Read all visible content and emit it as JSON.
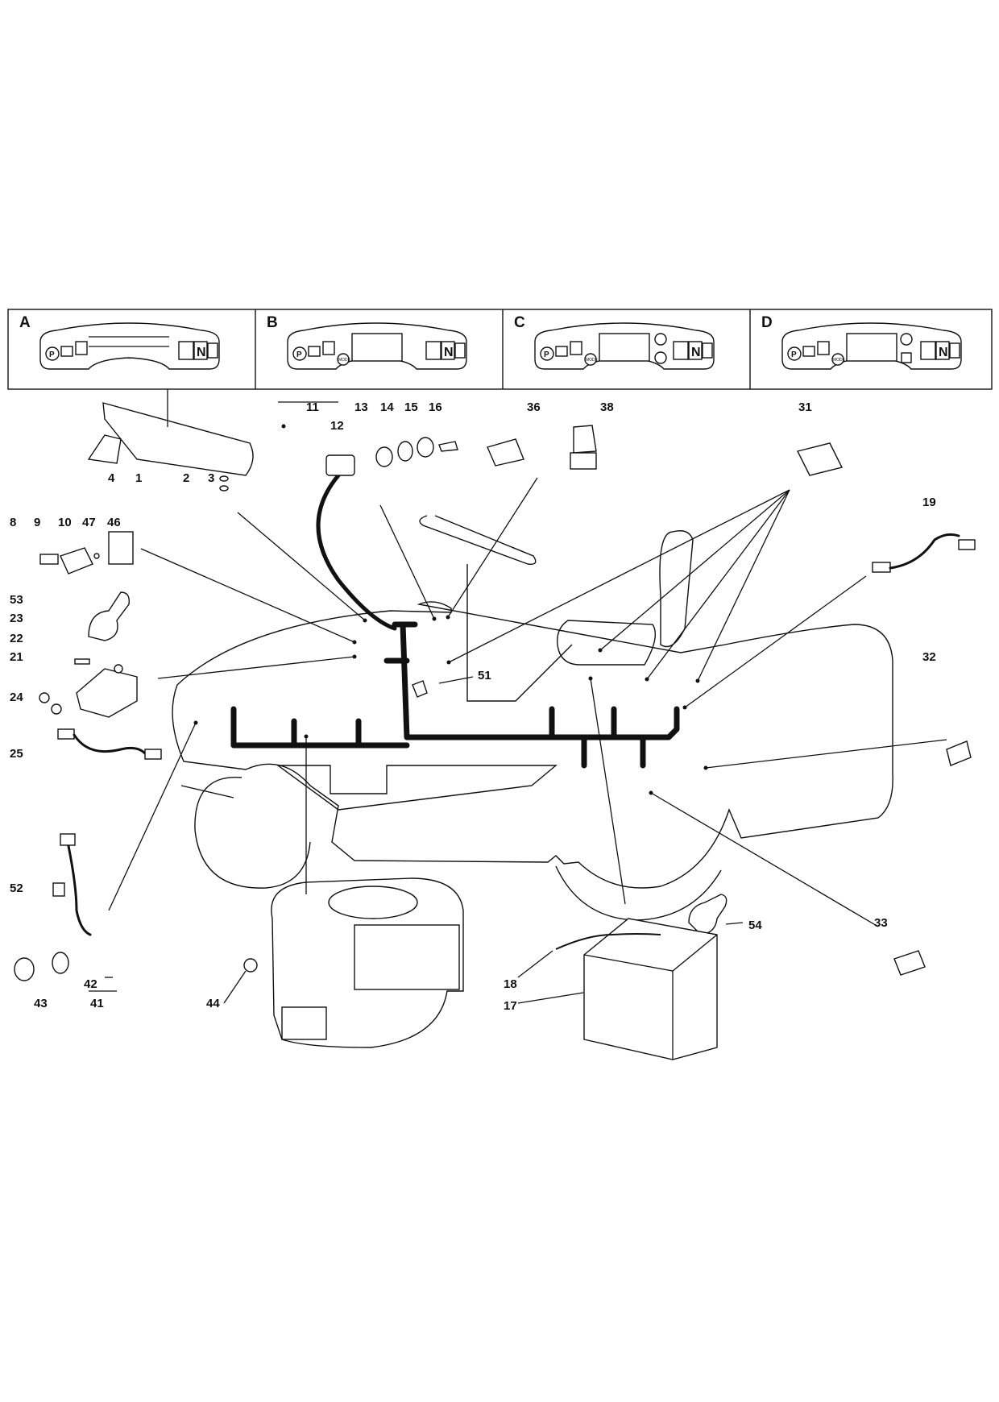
{
  "variants": [
    {
      "letter": "A",
      "n_label": "N",
      "mode_label": ""
    },
    {
      "letter": "B",
      "n_label": "N",
      "mode_label": "MODE"
    },
    {
      "letter": "C",
      "n_label": "N",
      "mode_label": "MODE"
    },
    {
      "letter": "D",
      "n_label": "N",
      "mode_label": "MODE"
    }
  ],
  "dashboard_symbol": "P",
  "part_labels": {
    "p1": "1",
    "p2": "2",
    "p3": "3",
    "p4": "4",
    "p8": "8",
    "p9": "9",
    "p10": "10",
    "p11": "11",
    "p12": "12",
    "p13": "13",
    "p14": "14",
    "p15": "15",
    "p16": "16",
    "p17": "17",
    "p18": "18",
    "p19": "19",
    "p21": "21",
    "p22": "22",
    "p23": "23",
    "p24": "24",
    "p25": "25",
    "p31": "31",
    "p32": "32",
    "p33": "33",
    "p36": "36",
    "p38": "38",
    "p41": "41",
    "p42": "42",
    "p43": "43",
    "p44": "44",
    "p46": "46",
    "p47": "47",
    "p51": "51",
    "p52": "52",
    "p53": "53",
    "p54": "54"
  }
}
